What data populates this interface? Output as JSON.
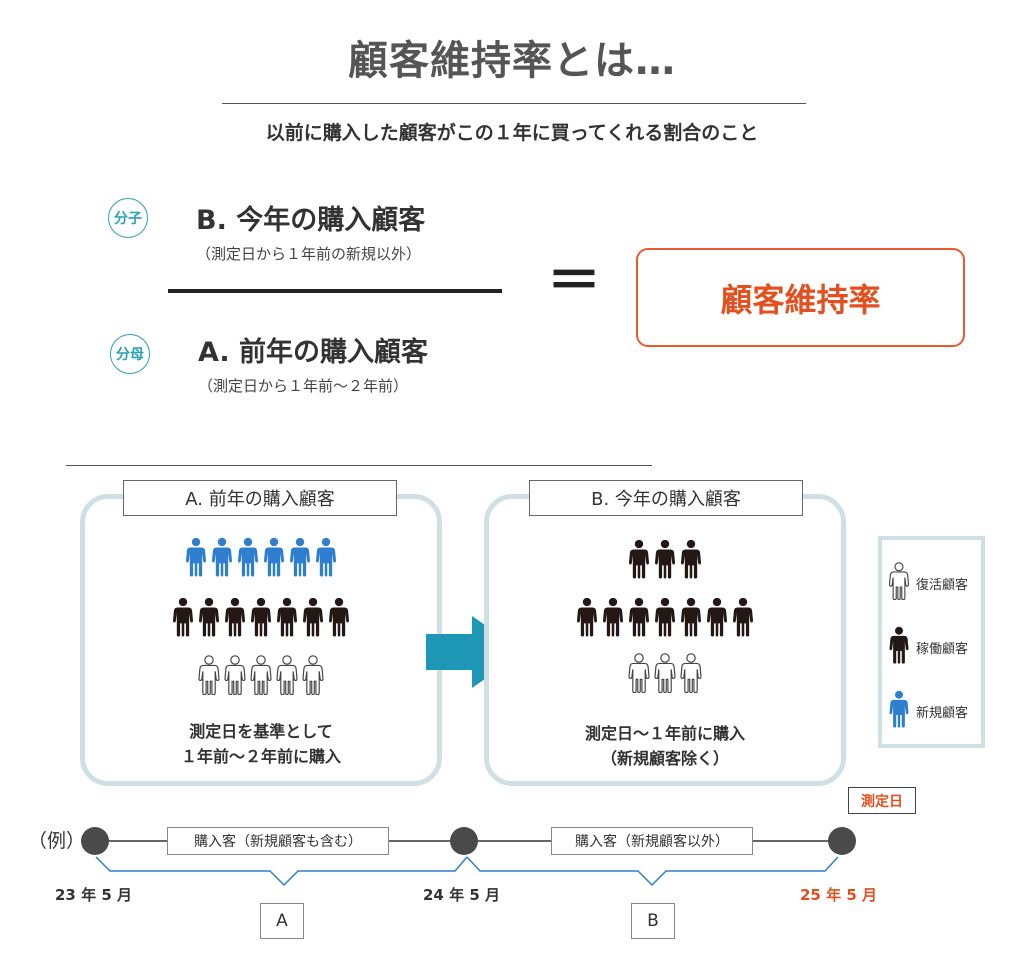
{
  "title": "顧客維持率とは…",
  "subtitle": "以前に購入した顧客がこの１年に買ってくれる割合のこと",
  "formula": {
    "numerator": {
      "badge": "分子",
      "title": "B. 今年の購入顧客",
      "note": "（測定日から１年前の新規以外）"
    },
    "denominator": {
      "badge": "分母",
      "title": "A. 前年の購入顧客",
      "note": "（測定日から１年前〜２年前）"
    },
    "equals": "＝",
    "result": "顧客維持率"
  },
  "panels": {
    "a": {
      "label": "A. 前年の購入顧客",
      "caption_line1": "測定日を基準として",
      "caption_line2": "１年前〜２年前に購入",
      "rows": [
        {
          "type": "new",
          "count": 6
        },
        {
          "type": "active",
          "count": 7
        },
        {
          "type": "revived",
          "count": 5
        }
      ]
    },
    "b": {
      "label": "B. 今年の購入顧客",
      "caption_line1": "測定日〜１年前に購入",
      "caption_line2": "（新規顧客除く）",
      "rows": [
        {
          "type": "active",
          "count": 3
        },
        {
          "type": "active",
          "count": 7
        },
        {
          "type": "revived",
          "count": 3
        }
      ]
    }
  },
  "legend": [
    {
      "type": "revived",
      "label": "復活顧客"
    },
    {
      "type": "active",
      "label": "稼働顧客"
    },
    {
      "type": "new",
      "label": "新規顧客"
    }
  ],
  "timeline": {
    "example": "（例）",
    "measure_day": "測定日",
    "segment1": "購入客（新規顧客も含む）",
    "segment2": "購入客（新規顧客以外）",
    "dates": [
      "23 年 5 月",
      "24 年 5 月",
      "25 年 5 月"
    ],
    "brackets": [
      "A",
      "B"
    ]
  },
  "colors": {
    "accent_blue": "#2a9fb7",
    "new_customer": "#2f7fd1",
    "active_customer": "#231815",
    "highlight": "#e2501f",
    "panel_border": "#cfe0e4",
    "arrow": "#1e96b5"
  }
}
